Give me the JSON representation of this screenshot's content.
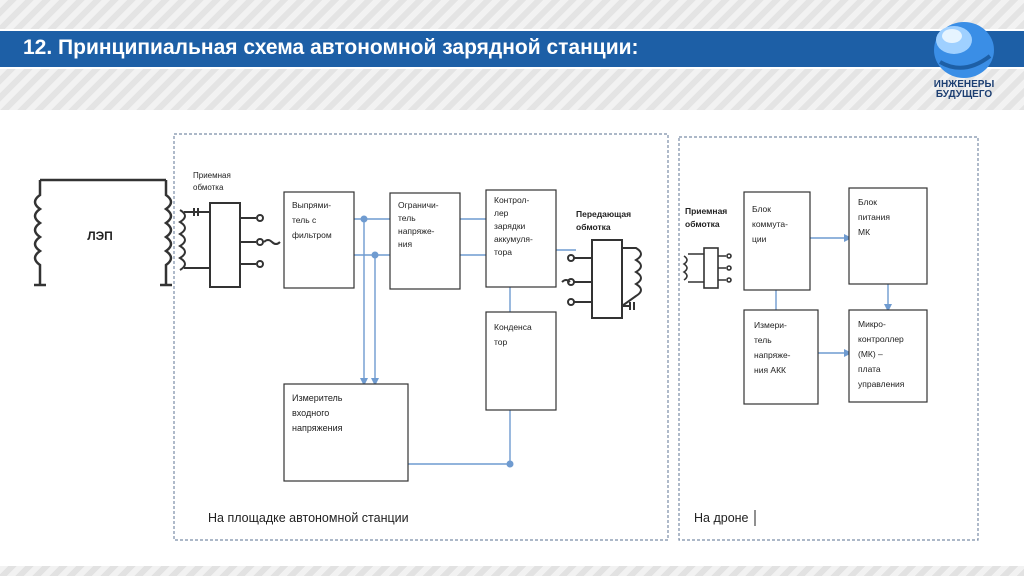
{
  "slide": {
    "title": "12. Принципиальная схема автономной зарядной станции:",
    "logo_line1": "ИНЖЕНЕРЫ",
    "logo_line2": "БУДУЩЕГО"
  },
  "diagram": {
    "lep": "ЛЭП",
    "station_coil": [
      "Приемная",
      "обмотка"
    ],
    "rectifier": [
      "Выпрями-",
      "тель с",
      "фильтром"
    ],
    "limiter": [
      "Ограничи-",
      "тель",
      "напряже-",
      "ния"
    ],
    "charge_controller": [
      "Контрол-",
      "лер",
      "зарядки",
      "аккумуля-",
      "тора"
    ],
    "transmit_coil": [
      "Передающая",
      "обмотка"
    ],
    "capacitor": [
      "Конденса",
      "тор"
    ],
    "input_meter": [
      "Измеритель",
      "входного",
      "напряжения"
    ],
    "station_label": "На площадке автономной станции",
    "drone_coil": [
      "Приемная",
      "обмотка"
    ],
    "switch_block": [
      "Блок",
      "коммута-",
      "ции"
    ],
    "power_block": [
      "Блок",
      "питания",
      "МК"
    ],
    "acc_meter": [
      "Измери-",
      "тель",
      "напряже-",
      "ния АКК"
    ],
    "mcu": [
      "Микро-",
      "контроллер",
      "(МК) –",
      "плата",
      "управления"
    ],
    "drone_label": "На дроне"
  },
  "colors": {
    "title_bar": "#1d5fa6",
    "connector": "#6f9bd0",
    "frame": "#7a8da6",
    "logo": "#3a8ee6"
  }
}
